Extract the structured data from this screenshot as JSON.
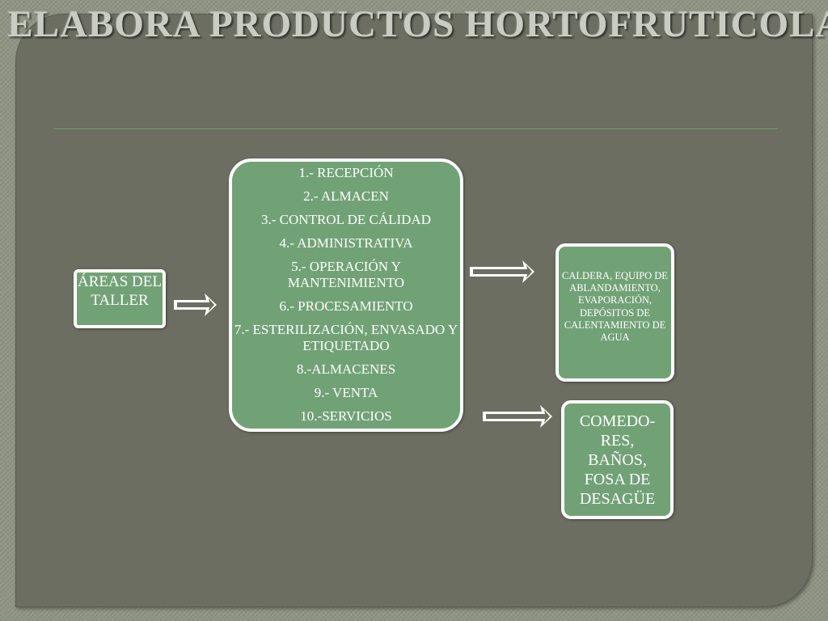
{
  "title": "ELABORA PRODUCTOS HORTOFRUTICOLAS",
  "areas_box": {
    "text": "ÁREAS DEL TALLER"
  },
  "list_box": {
    "items": [
      "1.- RECEPCIÓN",
      "2.- ALMACEN",
      "3.- CONTROL DE CÁLIDAD",
      "4.- ADMINISTRATIVA",
      "5.- OPERACIÓN Y MANTENIMIENTO",
      "6.- PROCESAMIENTO",
      "7.- ESTERILIZACIÓN, ENVASADO Y ETIQUETADO",
      "8.-ALMACENES",
      "9.- VENTA",
      "10.-SERVICIOS"
    ]
  },
  "caldera_box": {
    "text": "CALDERA, EQUIPO DE ABLANDAMIENTO, EVAPORACIÓN, DEPÓSITOS DE CALENTAMIENTO DE AGUA"
  },
  "comedores_box": {
    "text": "COMEDO-RES, BAÑOS, FOSA DE DESAGÜE"
  },
  "colors": {
    "background": "#8f9484",
    "panel": "#6b6e60",
    "box_fill": "#71a276",
    "box_border": "#ffffff",
    "title_text": "#c9ccc0"
  },
  "icons": {
    "connector": "double-arrow-right-icon"
  }
}
